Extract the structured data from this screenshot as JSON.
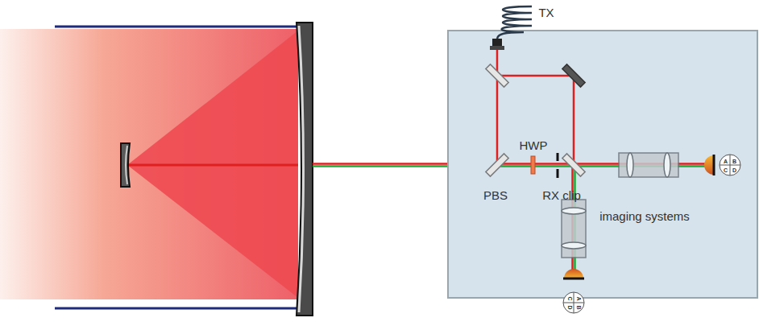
{
  "diagram": {
    "labels": [
      "TX",
      "PBS",
      "HWP",
      "RX clip",
      "imaging systems",
      "A",
      "B",
      "C",
      "D",
      "A",
      "B",
      "C",
      "D"
    ]
  }
}
